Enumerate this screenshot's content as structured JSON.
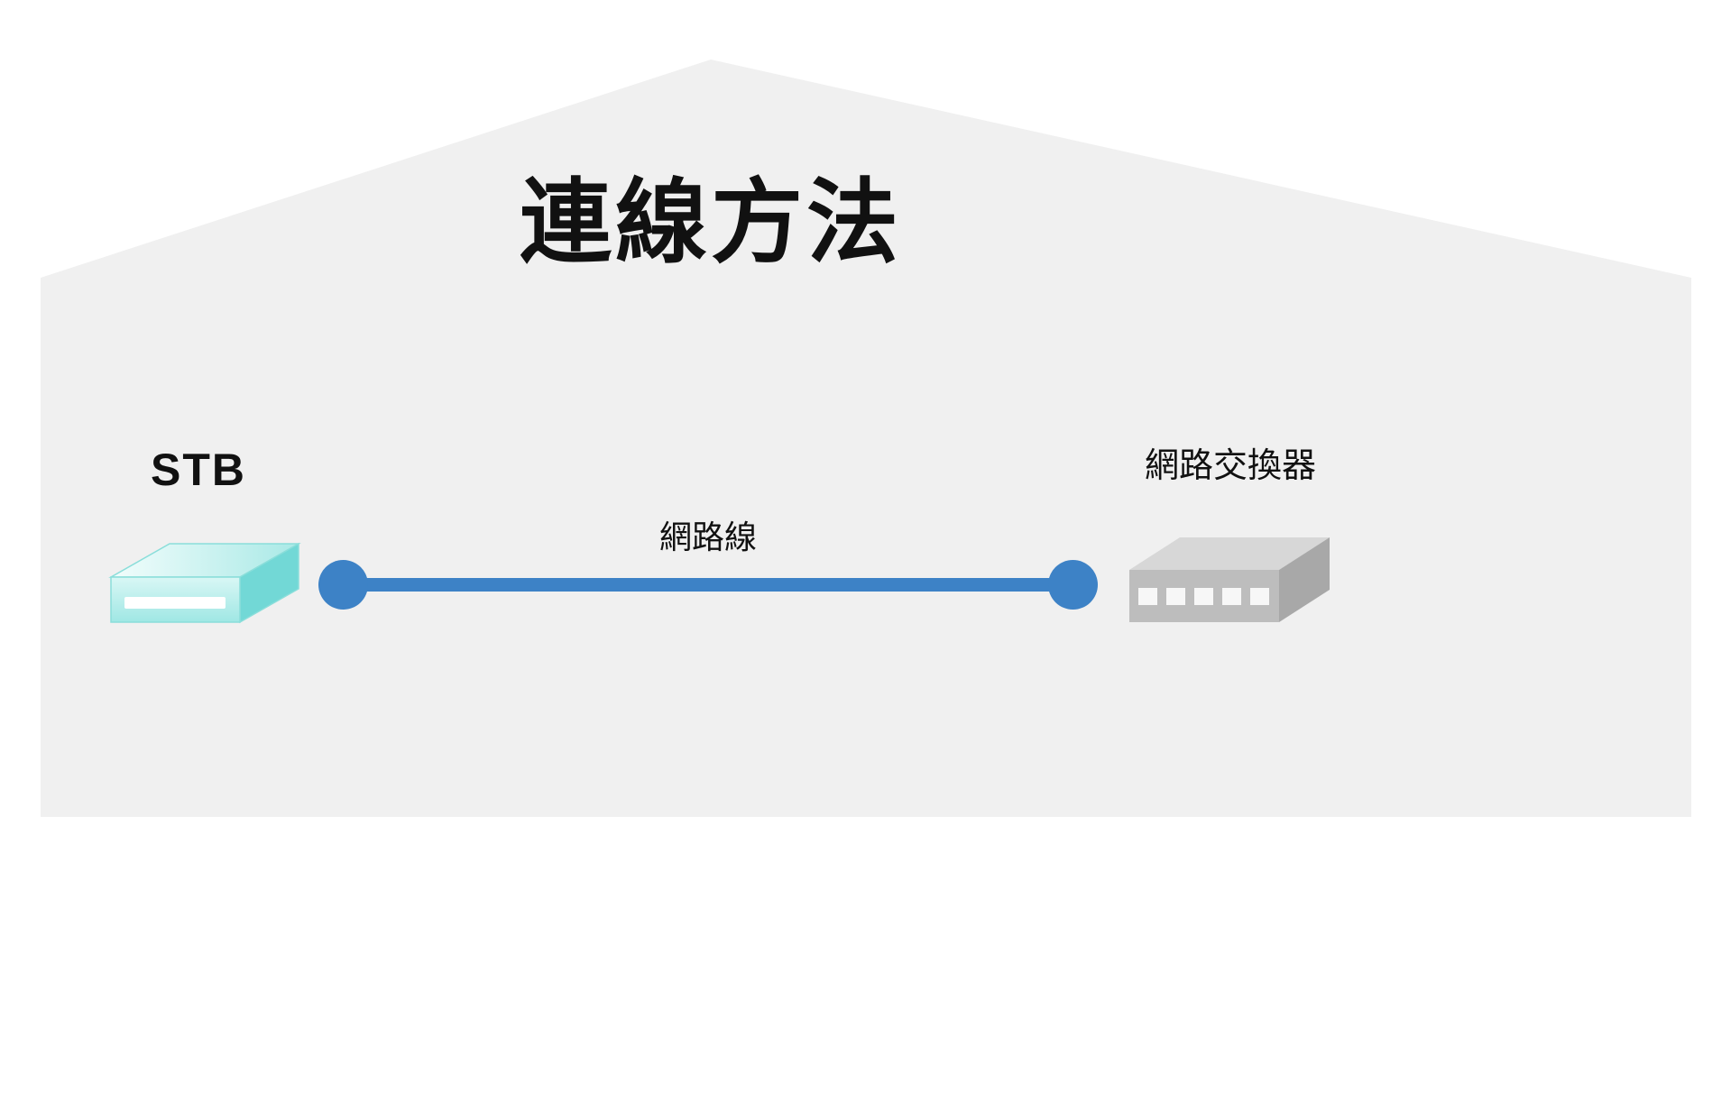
{
  "title": "連線方法",
  "devices": {
    "stb": {
      "label": "STB"
    },
    "network_switch": {
      "label": "網路交換器"
    }
  },
  "cable": {
    "label": "網路線"
  },
  "colors": {
    "house_bg": "#f0f0f0",
    "cable_blue": "#3d82c6",
    "stb_cyan": "#72d8d6",
    "switch_gray": "#bdbdbd",
    "text": "#111111"
  }
}
